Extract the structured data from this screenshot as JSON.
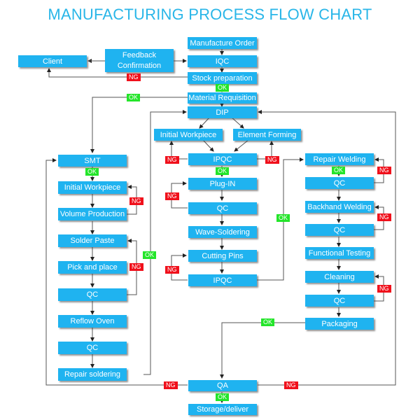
{
  "title": "MANUFACTURING PROCESS FLOW CHART",
  "colors": {
    "node": "#1fb3f0",
    "title": "#29b6e8",
    "ng": "#f0101b",
    "ok": "#24e52a",
    "line": "#555555"
  },
  "nodes": {
    "manufacture_order": "Manufacture Order",
    "iqc": "IQC",
    "stock_preparation": "Stock preparation",
    "material_requisition": "Material Requisition",
    "dip": "DIP",
    "client": "Client",
    "feedback_1": "Feedback",
    "feedback_2": "Confirmation",
    "dip_initial_workpiece": "Initial Workpiece",
    "element_forming": "Element Forming",
    "ipqc_1": "IPQC",
    "plug_in": "Plug-IN",
    "qc_plug": "QC",
    "wave_soldering": "Wave-Soldering",
    "cutting_pins": "Cutting Pins",
    "ipqc_2": "IPQC",
    "smt": "SMT",
    "smt_initial_workpiece": "Initial Workpiece",
    "volume_production": "Volume Production",
    "solder_paste": "Solder Paste",
    "pick_and_place": "Pick and place",
    "qc_smt_1": "QC",
    "reflow_oven": "Reflow Oven",
    "qc_smt_2": "QC",
    "repair_soldering": "Repair soldering",
    "repair_welding": "Repair Welding",
    "qc_rw": "QC",
    "backhand_welding": "Backhand Welding",
    "qc_bw": "QC",
    "functional_testing": "Functional Testing",
    "cleaning": "Cleaning",
    "qc_cl": "QC",
    "packaging": "Packaging",
    "qa": "QA",
    "storage_deliver": "Storage/deliver"
  },
  "tags": {
    "ng": "NG",
    "ok": "OK"
  }
}
